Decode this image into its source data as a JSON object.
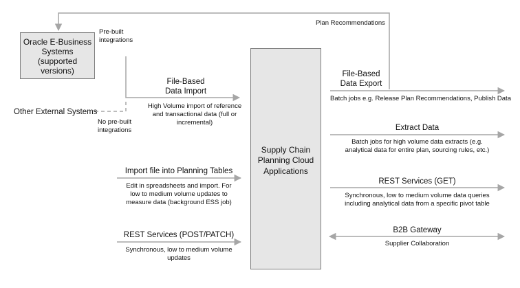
{
  "source_box": {
    "label": "Oracle E-Business\nSystems\n(supported\nversions)"
  },
  "center_box": {
    "label": "Supply Chain\nPlanning Cloud\nApplications"
  },
  "other_systems": {
    "label": "Other External Systems"
  },
  "prebuilt_integrations": "Pre-built\nintegrations",
  "no_prebuilt_integrations": "No pre-built\nintegrations",
  "plan_recommendations": "Plan Recommendations",
  "inbound": [
    {
      "title": "File-Based\nData Import",
      "desc": "High Volume import of reference\nand transactional data (full or\nincremental)"
    },
    {
      "title": "Import file into Planning Tables",
      "desc": "Edit in spreadsheets and import. For\nlow to medium volume updates to\nmeasure data (background ESS job)"
    },
    {
      "title": "REST Services (POST/PATCH)",
      "desc": "Synchronous, low to medium volume\nupdates"
    }
  ],
  "outbound": [
    {
      "title": "File-Based\nData Export",
      "desc": "Batch jobs e.g. Release Plan Recommendations, Publish Data"
    },
    {
      "title": "Extract Data",
      "desc": "Batch jobs for high volume data extracts (e.g.\nanalytical data for entire plan, sourcing rules, etc.)"
    },
    {
      "title": "REST Services (GET)",
      "desc": "Synchronous, low to medium volume data queries\nincluding analytical data from a specific pivot table"
    },
    {
      "title": "B2B Gateway",
      "desc": "Supplier Collaboration"
    }
  ]
}
